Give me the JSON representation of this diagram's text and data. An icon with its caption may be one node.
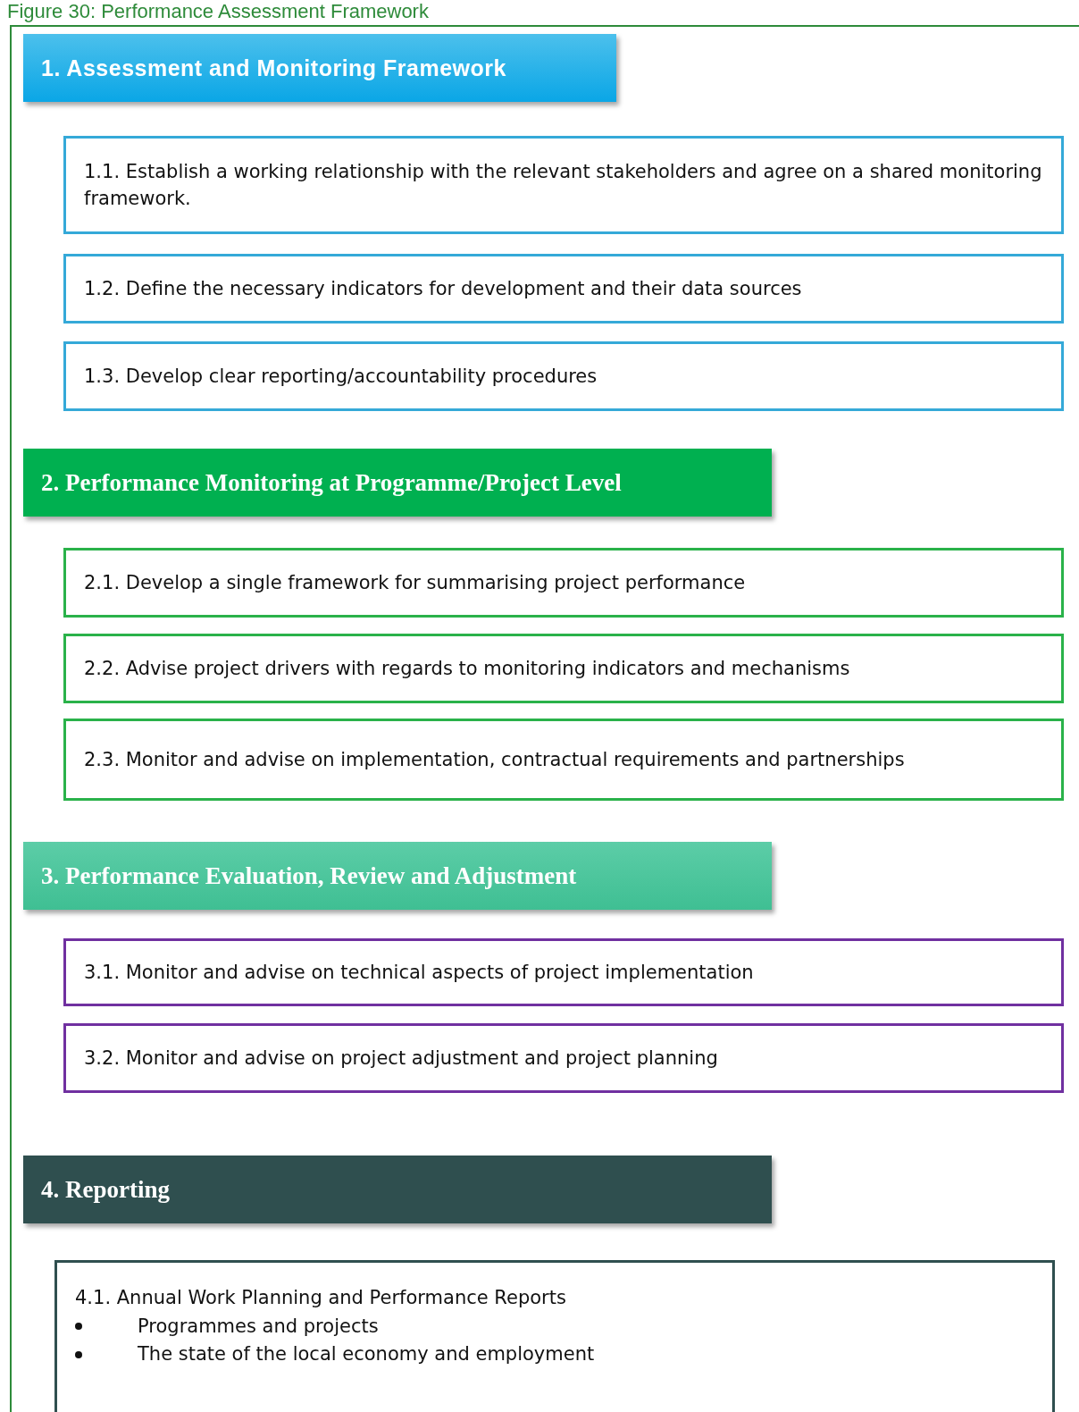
{
  "diagram": {
    "title": "Figure 30: Performance Assessment Framework",
    "nodes": [
      {
        "text": [
          "1. Assessment and Monitoring Framework"
        ]
      },
      {
        "text": [
          "1.1. Establish a working relationship with the relevant stakeholders and agree on a shared monitoring framework."
        ]
      },
      {
        "text": [
          "1.2. Define the necessary indicators for development and their data sources"
        ]
      },
      {
        "text": [
          "1.3. Develop clear reporting/accountability procedures"
        ]
      },
      {
        "text": [
          "2. Performance Monitoring at Programme/Project Level"
        ]
      },
      {
        "text": [
          "2.1. Develop a single framework for summarising project performance"
        ]
      },
      {
        "text": [
          "2.2. Advise project drivers with regards to monitoring indicators and mechanisms"
        ]
      },
      {
        "text": [
          "2.3. Monitor and advise on implementation, contractual requirements and partnerships"
        ]
      },
      {
        "text": [
          "3. Performance Evaluation, Review and Adjustment"
        ]
      },
      {
        "text": [
          "3.1. Monitor and advise on technical aspects of project implementation"
        ]
      },
      {
        "text": [
          "3.2. Monitor and advise on project adjustment and project planning"
        ]
      },
      {
        "text": [
          "4. Reporting"
        ]
      },
      {
        "text": [
          "4.1. Annual Work Planning and Performance Reports",
          "Programmes and projects",
          "The state of the local economy and employment"
        ]
      }
    ],
    "edges": []
  }
}
